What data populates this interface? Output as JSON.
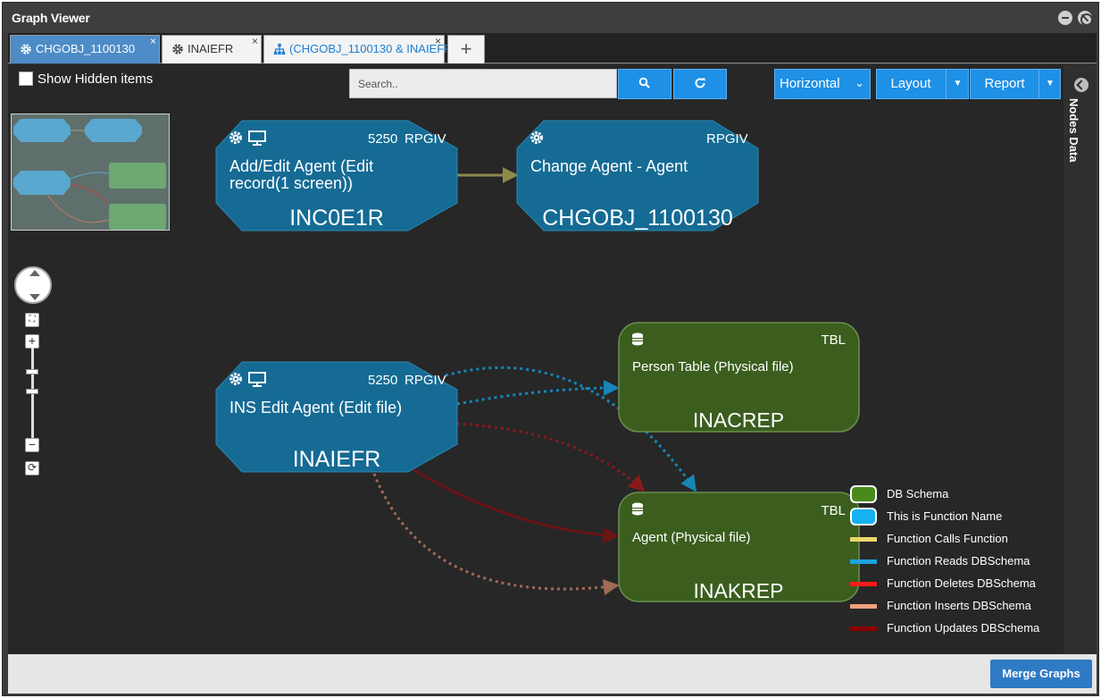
{
  "window": {
    "title": "Graph Viewer"
  },
  "tabs": [
    {
      "label": "CHGOBJ_1100130",
      "icon": "gear-icon"
    },
    {
      "label": "INAIEFR",
      "icon": "gear-icon"
    },
    {
      "label": "(CHGOBJ_1100130 & INAIEFR)",
      "icon": "hierarchy-icon"
    }
  ],
  "toolbar": {
    "show_hidden_label": "Show Hidden items",
    "search_placeholder": "Search..",
    "orientation": "Horizontal",
    "layout_label": "Layout",
    "report_label": "Report"
  },
  "sidebar_right": {
    "label": "Nodes Data"
  },
  "nodes": [
    {
      "id": "inc0e1r",
      "count": "5250",
      "lang": "RPGIV",
      "title": "Add/Edit Agent (Edit record(1 screen))",
      "name": "INC0E1R",
      "icons": [
        "gear-icon",
        "monitor-icon"
      ]
    },
    {
      "id": "chgobj",
      "count": "",
      "lang": "RPGIV",
      "title": "Change Agent - Agent",
      "name": "CHGOBJ_1100130",
      "icons": [
        "gear-icon"
      ]
    },
    {
      "id": "inaiefr",
      "count": "5250",
      "lang": "RPGIV",
      "title": "INS Edit Agent (Edit file)",
      "name": "INAIEFR",
      "icons": [
        "gear-icon",
        "monitor-icon"
      ]
    },
    {
      "id": "inacrep",
      "type": "TBL",
      "title": "Person Table (Physical file)",
      "name": "INACREP",
      "icons": [
        "database-icon"
      ]
    },
    {
      "id": "inakrep",
      "type": "TBL",
      "title": "Agent (Physical file)",
      "name": "INAKREP",
      "icons": [
        "database-icon"
      ]
    }
  ],
  "legend": [
    {
      "label": "DB Schema",
      "kind": "box",
      "color": "#4a8a1c"
    },
    {
      "label": "This is Function Name",
      "kind": "box",
      "color": "#15b2f0"
    },
    {
      "label": "Function Calls Function",
      "kind": "line",
      "color": "#ead86a"
    },
    {
      "label": "Function Reads DBSchema",
      "kind": "line",
      "color": "#1ba3e0"
    },
    {
      "label": "Function Deletes DBSchema",
      "kind": "line",
      "color": "#ff1a1a"
    },
    {
      "label": "Function Inserts DBSchema",
      "kind": "line",
      "color": "#f2a07b"
    },
    {
      "label": "Function Updates DBSchema",
      "kind": "line",
      "color": "#8b0000"
    }
  ],
  "footer": {
    "merge_label": "Merge Graphs"
  },
  "colors": {
    "function_node": "#156b94",
    "table_node": "#3b5e1f",
    "accent": "#1e90e6"
  }
}
